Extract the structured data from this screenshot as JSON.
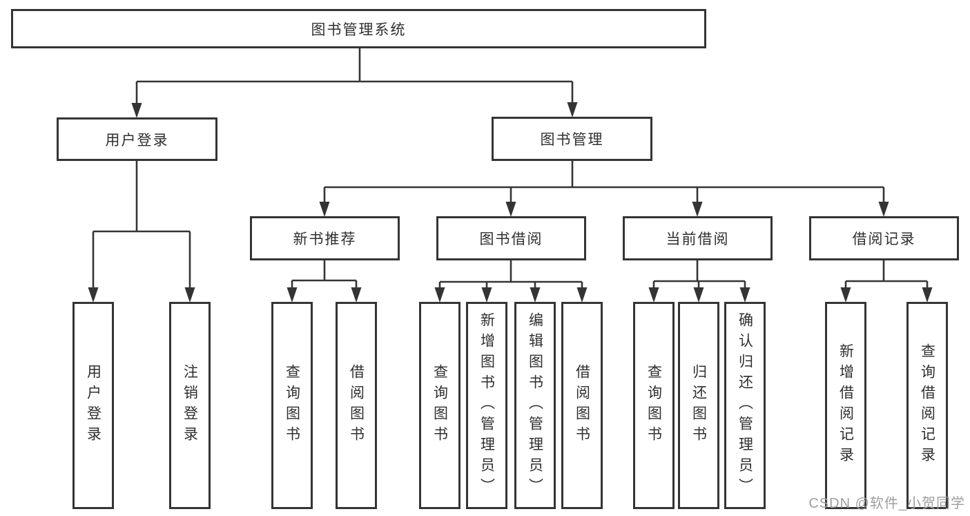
{
  "watermark": "CSDN @软件_小贺同学",
  "colors": {
    "line": "#343434",
    "text": "#2f2f2f",
    "watermark": "#9e9e9e",
    "background": "#ffffff"
  },
  "tree": {
    "label": "图书管理系统",
    "children": [
      {
        "label": "用户登录",
        "children": [
          {
            "label": "用户登录"
          },
          {
            "label": "注销登录"
          }
        ]
      },
      {
        "label": "图书管理",
        "children": [
          {
            "label": "新书推荐",
            "children": [
              {
                "label": "查询图书"
              },
              {
                "label": "借阅图书"
              }
            ]
          },
          {
            "label": "图书借阅",
            "children": [
              {
                "label": "查询图书"
              },
              {
                "label": "新增图书（管理员）"
              },
              {
                "label": "编辑图书（管理员）"
              },
              {
                "label": "借阅图书"
              }
            ]
          },
          {
            "label": "当前借阅",
            "children": [
              {
                "label": "查询图书"
              },
              {
                "label": "归还图书"
              },
              {
                "label": "确认归还（管理员）"
              }
            ]
          },
          {
            "label": "借阅记录",
            "children": [
              {
                "label": "新增借阅记录"
              },
              {
                "label": "查询借阅记录"
              }
            ]
          }
        ]
      }
    ]
  }
}
